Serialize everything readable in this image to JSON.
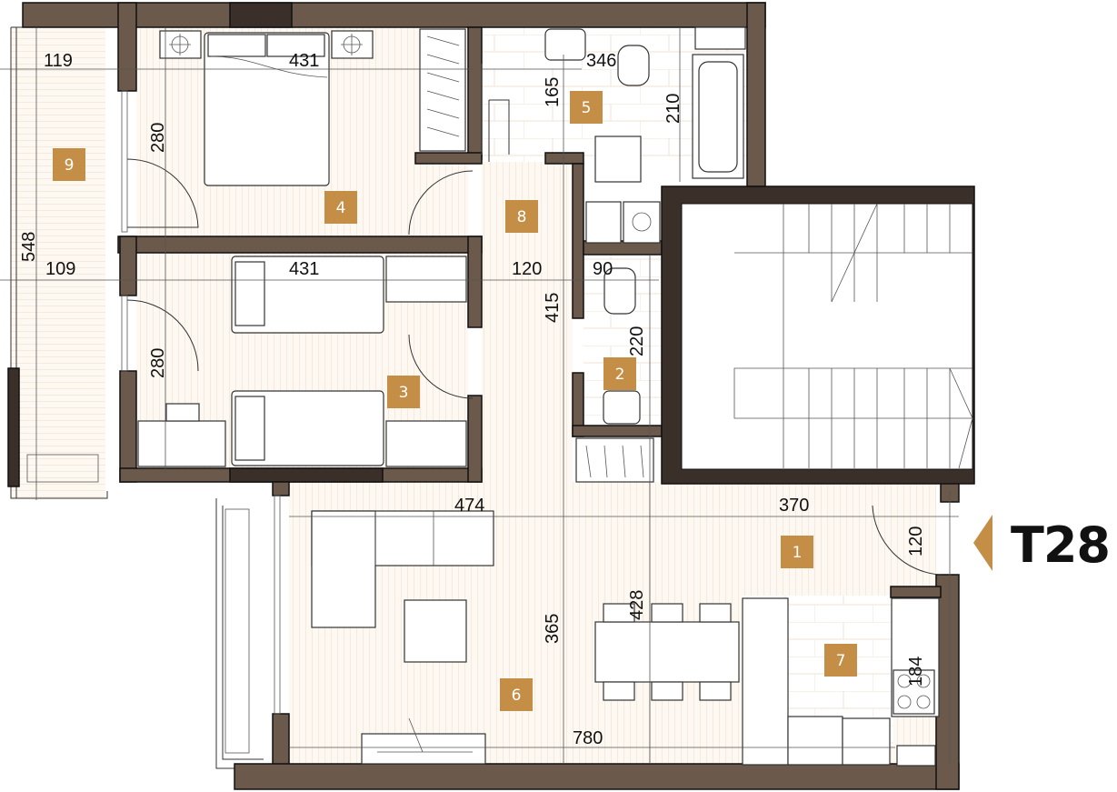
{
  "unit": {
    "code": "T28"
  },
  "colors": {
    "wall": "#6b594b",
    "wall_dark": "#3b3029",
    "room_label": "#c48e47",
    "floor": "#fbf3e9"
  },
  "rooms": [
    {
      "number": "1"
    },
    {
      "number": "2"
    },
    {
      "number": "3"
    },
    {
      "number": "4"
    },
    {
      "number": "5"
    },
    {
      "number": "6"
    },
    {
      "number": "7"
    },
    {
      "number": "8"
    },
    {
      "number": "9"
    }
  ],
  "dimensions": {
    "balcony_width": "119",
    "bedroom4_width": "431",
    "bath_width": "346",
    "bath_height_a": "165",
    "bath_height_b": "210",
    "bedroom4_depth": "280",
    "balcony_length": "548",
    "balcony_width_b": "109",
    "bedroom3_width": "431",
    "hall_width": "120",
    "wc_width": "90",
    "hall_length": "415",
    "wc_length": "220",
    "bedroom3_depth": "280",
    "living_width": "474",
    "entry_width": "370",
    "entry_depth": "120",
    "dining_depth": "428",
    "living_depth": "365",
    "kitchen_depth": "184",
    "total_width": "780"
  }
}
